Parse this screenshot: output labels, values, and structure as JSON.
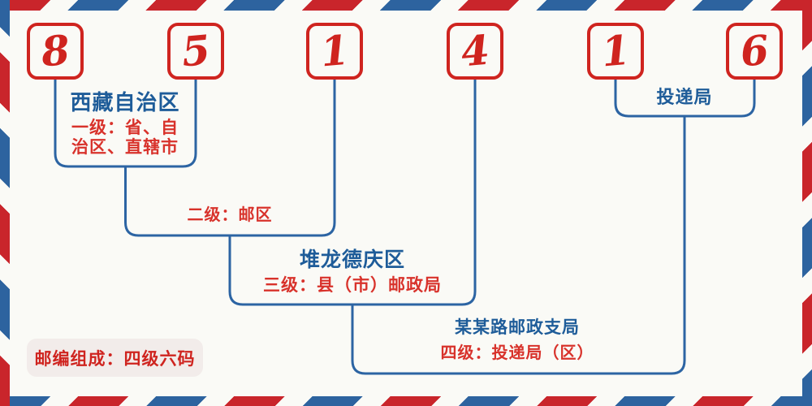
{
  "diagram": {
    "postal_code": {
      "digits": [
        "8",
        "5",
        "1",
        "4",
        "1",
        "6"
      ]
    },
    "levels": {
      "level1": {
        "region": "西藏自治区",
        "desc_line1": "一级：省、自",
        "desc_line2": "治区、直辖市"
      },
      "level2": {
        "desc": "二级：邮区"
      },
      "level3": {
        "region": "堆龙德庆区",
        "desc": "三级：县（市）邮政局"
      },
      "level4": {
        "region": "某某路邮政支局",
        "desc": "四级：投递局（区）"
      },
      "delivery_office": {
        "label": "投递局"
      }
    },
    "footer": {
      "badge": "邮编组成：四级六码"
    },
    "colors": {
      "stripe_red": "#c9252b",
      "stripe_blue": "#2d639f",
      "digit_red": "#cf241f",
      "label_red": "#d8322b",
      "label_blue": "#1e5c99",
      "connector_blue": "#2c64a3",
      "background": "#fafaf6",
      "badge_background": "#f2ecea"
    }
  }
}
